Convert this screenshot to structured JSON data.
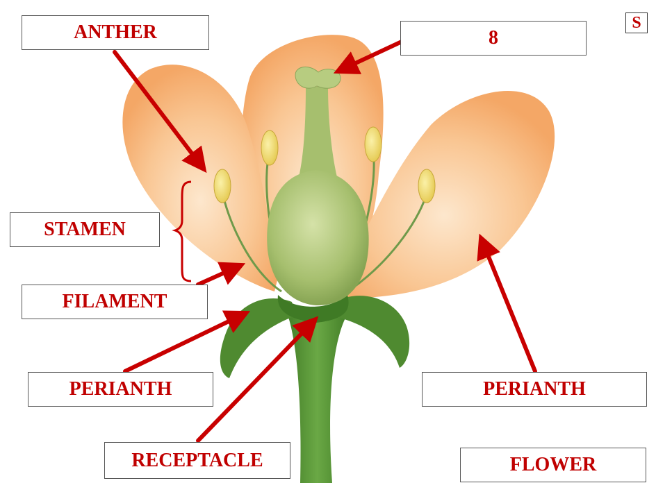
{
  "corner_badge": "S",
  "labels": {
    "anther": "ANTHER",
    "eight": "8",
    "stamen": "STAMEN",
    "filament": "FILAMENT",
    "perianth_left": "PERIANTH",
    "perianth_right": "PERIANTH",
    "receptacle": "RECEPTACLE",
    "flower": "FLOWER"
  },
  "colors": {
    "label_text": "#c00000",
    "arrow": "#c80000",
    "petal": "#f8b878",
    "pistil": "#a8c070",
    "stem": "#5f9a3a",
    "anther": "#f2dc60"
  }
}
